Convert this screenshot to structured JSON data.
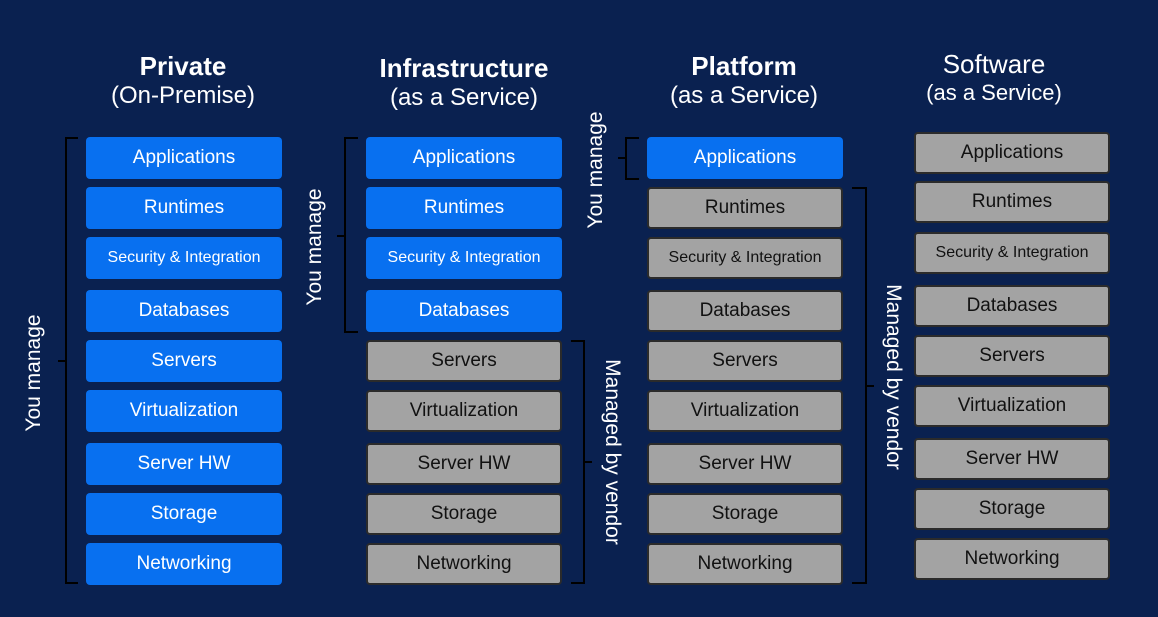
{
  "columns": [
    {
      "title": "Private",
      "subtitle": "(On-Premise)",
      "layers": [
        {
          "label": "Applications",
          "managed": "you"
        },
        {
          "label": "Runtimes",
          "managed": "you"
        },
        {
          "label": "Security & Integration",
          "managed": "you"
        },
        {
          "label": "Databases",
          "managed": "you"
        },
        {
          "label": "Servers",
          "managed": "you"
        },
        {
          "label": "Virtualization",
          "managed": "you"
        },
        {
          "label": "Server HW",
          "managed": "you"
        },
        {
          "label": "Storage",
          "managed": "you"
        },
        {
          "label": "Networking",
          "managed": "you"
        }
      ]
    },
    {
      "title": "Infrastructure",
      "subtitle": "(as a Service)",
      "layers": [
        {
          "label": "Applications",
          "managed": "you"
        },
        {
          "label": "Runtimes",
          "managed": "you"
        },
        {
          "label": "Security & Integration",
          "managed": "you"
        },
        {
          "label": "Databases",
          "managed": "you"
        },
        {
          "label": "Servers",
          "managed": "vendor"
        },
        {
          "label": "Virtualization",
          "managed": "vendor"
        },
        {
          "label": "Server HW",
          "managed": "vendor"
        },
        {
          "label": "Storage",
          "managed": "vendor"
        },
        {
          "label": "Networking",
          "managed": "vendor"
        }
      ]
    },
    {
      "title": "Platform",
      "subtitle": "(as a Service)",
      "layers": [
        {
          "label": "Applications",
          "managed": "you"
        },
        {
          "label": "Runtimes",
          "managed": "vendor"
        },
        {
          "label": "Security & Integration",
          "managed": "vendor"
        },
        {
          "label": "Databases",
          "managed": "vendor"
        },
        {
          "label": "Servers",
          "managed": "vendor"
        },
        {
          "label": "Virtualization",
          "managed": "vendor"
        },
        {
          "label": "Server HW",
          "managed": "vendor"
        },
        {
          "label": "Storage",
          "managed": "vendor"
        },
        {
          "label": "Networking",
          "managed": "vendor"
        }
      ]
    },
    {
      "title": "Software",
      "subtitle": "(as a Service)",
      "layers": [
        {
          "label": "Applications",
          "managed": "vendor"
        },
        {
          "label": "Runtimes",
          "managed": "vendor"
        },
        {
          "label": "Security & Integration",
          "managed": "vendor"
        },
        {
          "label": "Databases",
          "managed": "vendor"
        },
        {
          "label": "Servers",
          "managed": "vendor"
        },
        {
          "label": "Virtualization",
          "managed": "vendor"
        },
        {
          "label": "Server HW",
          "managed": "vendor"
        },
        {
          "label": "Storage",
          "managed": "vendor"
        },
        {
          "label": "Networking",
          "managed": "vendor"
        }
      ]
    }
  ],
  "labels": {
    "you_manage": "You manage",
    "managed_by_vendor": "Managed by vendor"
  },
  "colors": {
    "background": "#0a2150",
    "you_managed_box": "#0870f0",
    "vendor_managed_box": "#a3a3a3"
  }
}
